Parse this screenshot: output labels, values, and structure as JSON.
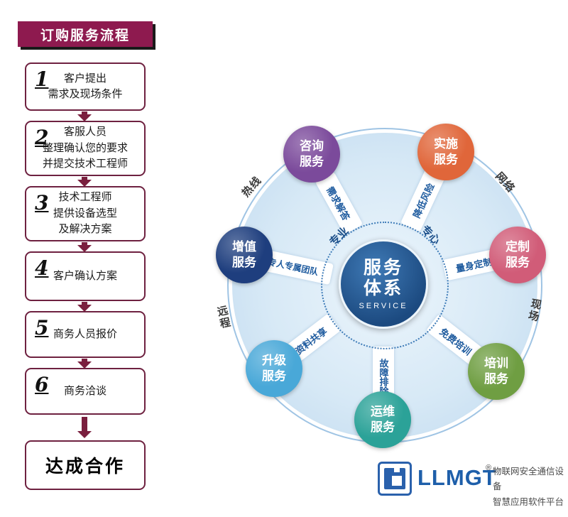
{
  "flowchart": {
    "title": "订购服务流程",
    "steps": [
      {
        "num": "1",
        "lines": [
          "客户提出",
          "需求及现场条件"
        ]
      },
      {
        "num": "2",
        "lines": [
          "客服人员",
          "整理确认您的要求",
          "并提交技术工程师"
        ]
      },
      {
        "num": "3",
        "lines": [
          "技术工程师",
          "提供设备选型",
          "及解决方案"
        ]
      },
      {
        "num": "4",
        "lines": [
          "客户确认方案"
        ]
      },
      {
        "num": "5",
        "lines": [
          "商务人员报价"
        ]
      },
      {
        "num": "6",
        "lines": [
          "商务洽谈"
        ]
      }
    ],
    "result": "达成合作"
  },
  "diagram": {
    "hub": {
      "line1": "服务",
      "line2": "体系",
      "subtitle": "SERVICE"
    },
    "ring_words": [
      "专业",
      "专心"
    ],
    "satellites": [
      {
        "label": "咨询服务",
        "spoke": "需求解答",
        "color": "#7b4a9b"
      },
      {
        "label": "实施服务",
        "spoke": "降低风险",
        "color": "#e0663a"
      },
      {
        "label": "定制服务",
        "spoke": "量身定制",
        "color": "#d15c78"
      },
      {
        "label": "培训服务",
        "spoke": "免费培训",
        "color": "#6f9e42"
      },
      {
        "label": "运维服务",
        "spoke": "故障排除",
        "color": "#2ba298"
      },
      {
        "label": "升级服务",
        "spoke": "资料共享",
        "color": "#49a8d8"
      },
      {
        "label": "增值服务",
        "spoke": "专人专属团队",
        "color": "#1e3e7e"
      }
    ],
    "rim_labels": [
      "热线",
      "网络",
      "现场",
      "远程"
    ]
  },
  "logo": {
    "brand": "LLMGT",
    "registered": "®",
    "tagline1": "物联网安全通信设备",
    "tagline2": "智慧应用软件平台"
  },
  "colors": {
    "maroon": "#8e1a4f",
    "box_border": "#6e2140",
    "arrow": "#7a1f3e",
    "hub_blue": "#1c4a80",
    "wheel_fill": "#d7e9f6",
    "spoke_text": "#1d5a9e",
    "brand_blue": "#1e5faa"
  }
}
